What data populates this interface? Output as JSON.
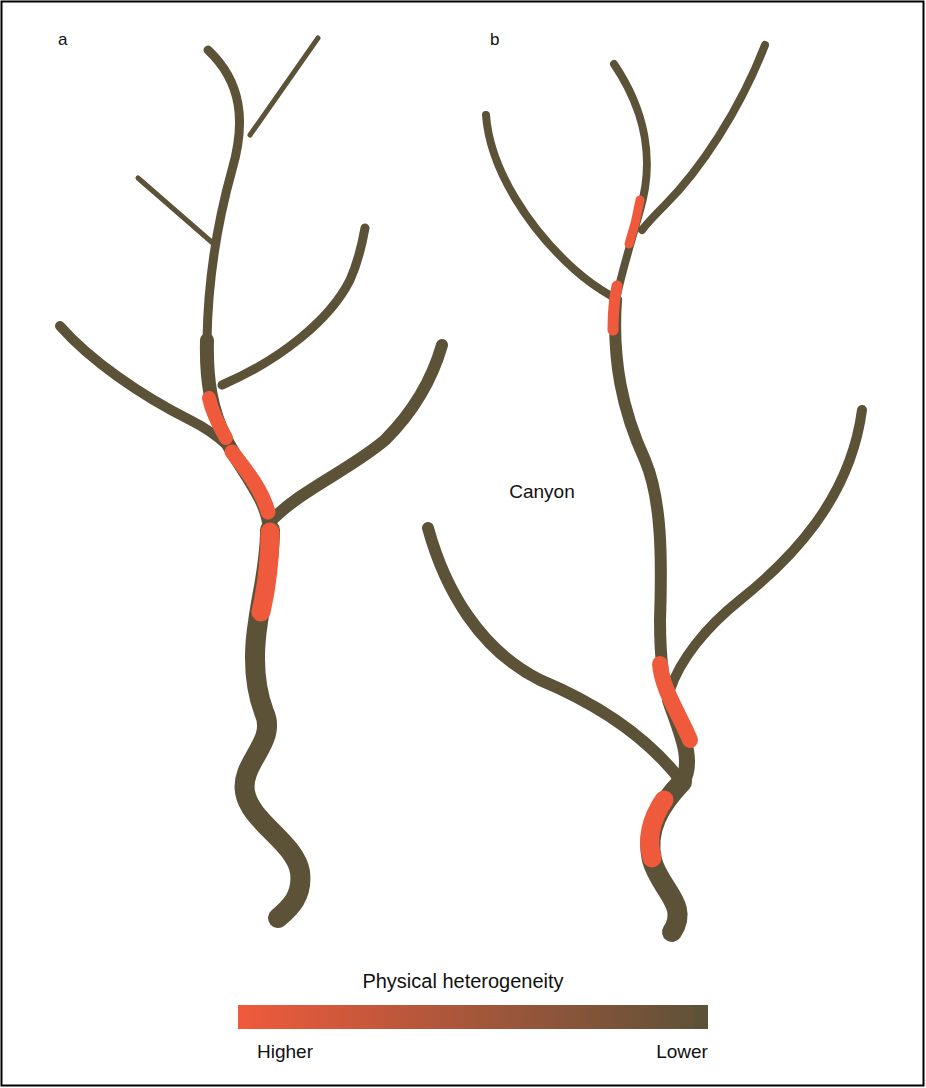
{
  "diagram": {
    "labels": [
      "a",
      "b",
      "Canyon",
      "Physical heterogeneity"
    ],
    "legend": [
      {
        "text": "Higher",
        "color": "#f05a3c"
      },
      {
        "text": "Lower",
        "color": "#5c5238"
      }
    ]
  }
}
